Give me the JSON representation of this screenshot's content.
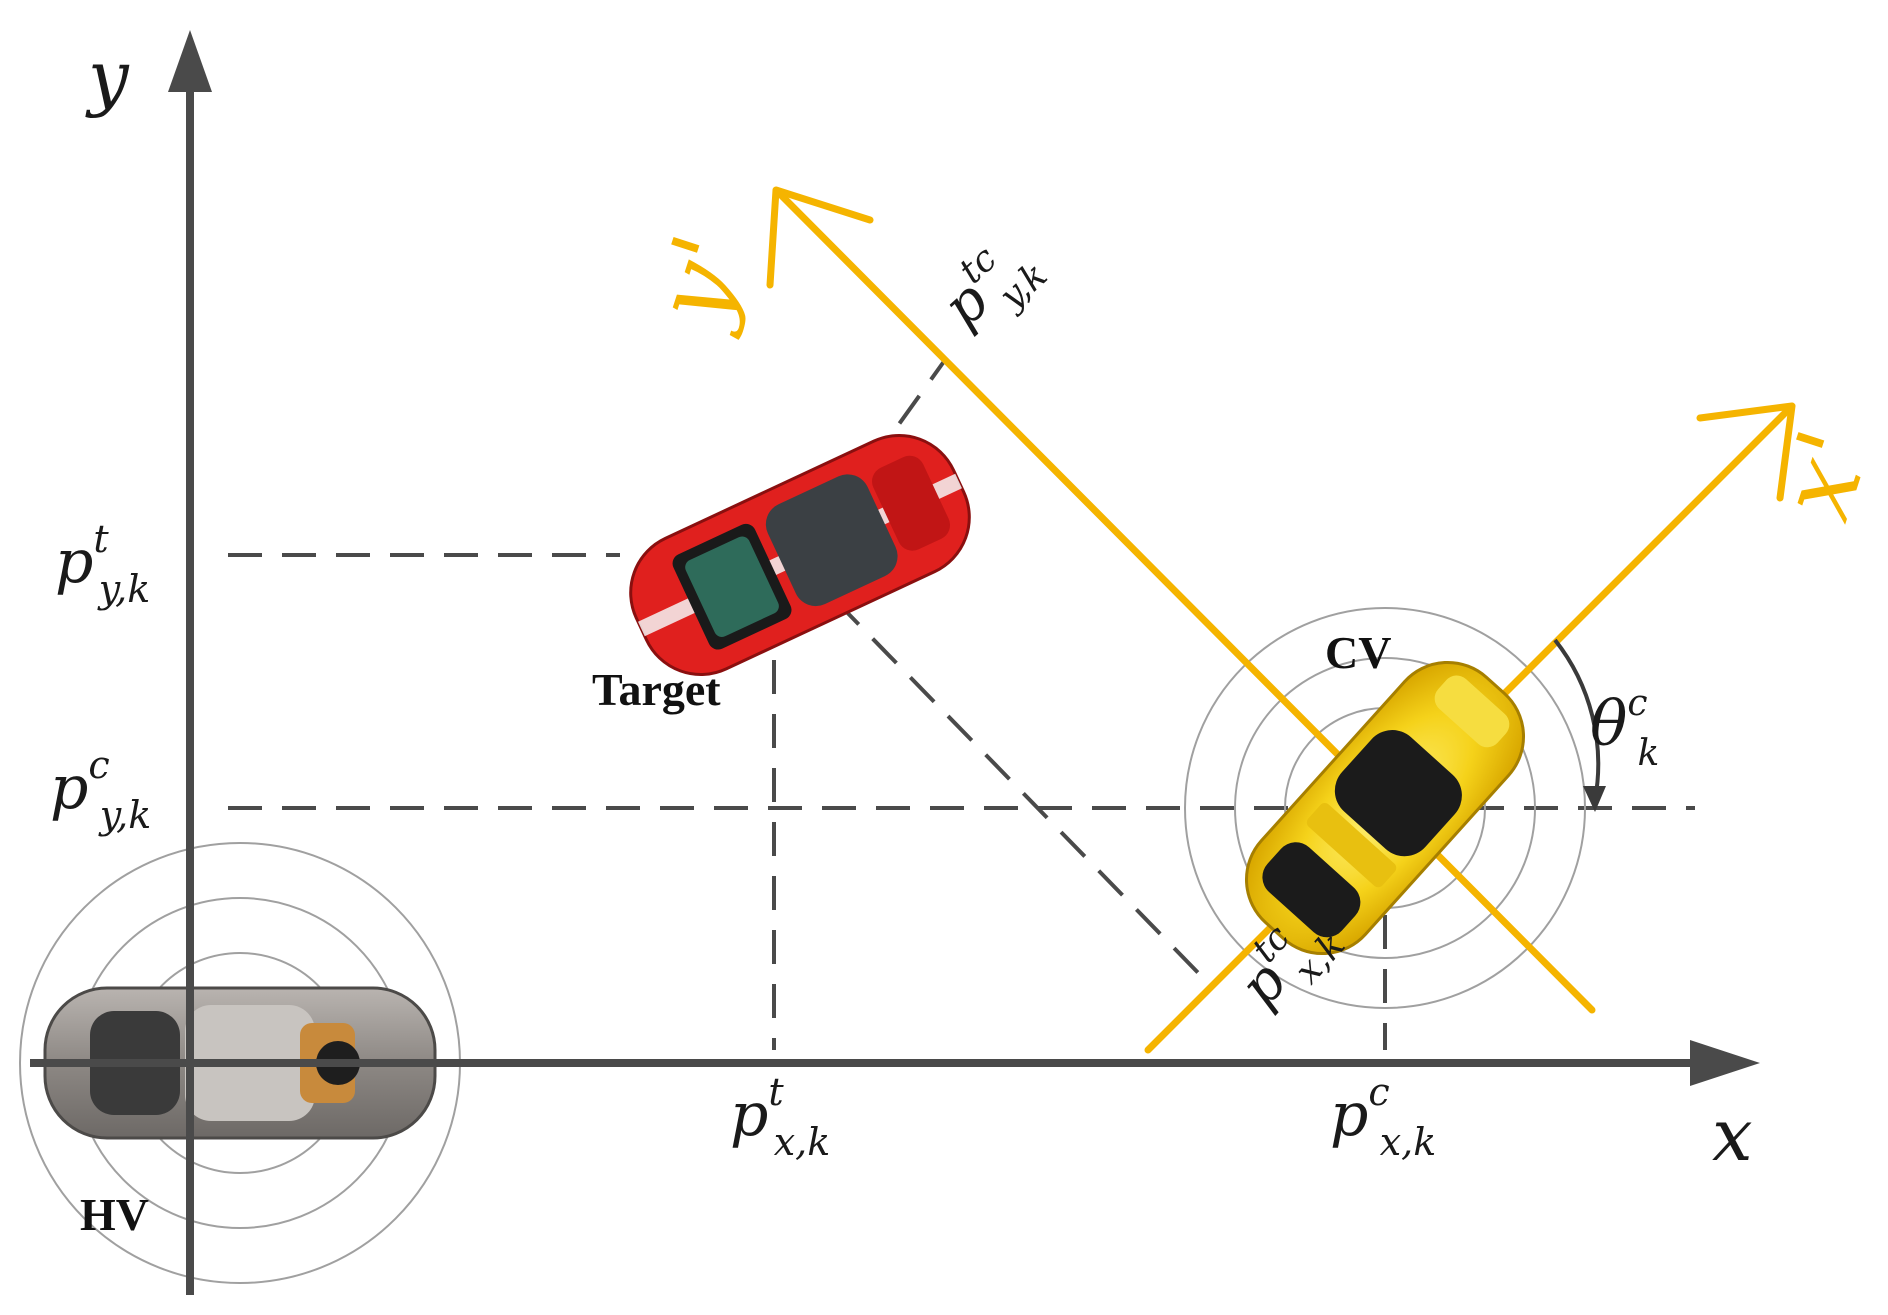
{
  "colors": {
    "axis": "#4a4a4a",
    "dashed": "#4a4a4a",
    "rotated_axes": "#f5b400",
    "target_car": "#e0201e",
    "cv_car": "#f2cc10",
    "hv_car": "#8c8886",
    "ring": "#a0a0a0"
  },
  "axes": {
    "x_label": "x",
    "y_label": "y",
    "x_prime_label": "x'",
    "y_prime_label": "y'"
  },
  "vehicles": {
    "target_label": "Target",
    "cv_label": "CV",
    "hv_label": "HV"
  },
  "coordinates": {
    "pyt": {
      "base": "p",
      "sup": "t",
      "sub": "y,k"
    },
    "pyc": {
      "base": "p",
      "sup": "c",
      "sub": "y,k"
    },
    "pxt": {
      "base": "p",
      "sup": "t",
      "sub": "x,k"
    },
    "pxc": {
      "base": "p",
      "sup": "c",
      "sub": "x,k"
    },
    "pytc": {
      "base": "p",
      "sup": "tc",
      "sub": "y,k"
    },
    "pxtc": {
      "base": "p",
      "sup": "tc",
      "sub": "x,k"
    },
    "theta": {
      "base": "θ",
      "sup": "c",
      "sub": "k"
    }
  }
}
